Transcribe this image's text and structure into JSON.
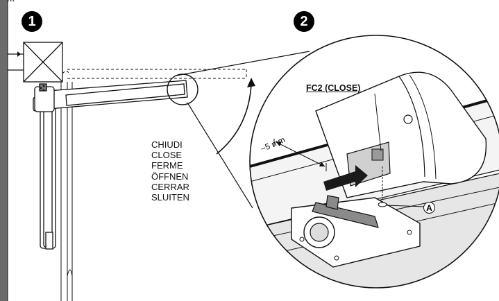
{
  "steps": {
    "one": "1",
    "two": "2"
  },
  "cut_text": "...",
  "labels": {
    "fc2": "FC2 (CLOSE)",
    "distance": "~5 mm",
    "marker_a": "A"
  },
  "close_words": [
    "CHIUDI",
    "CLOSE",
    "FERME",
    "ÖFFNEN",
    "CERRAR",
    "SLUITEN"
  ],
  "colors": {
    "line": "#111111",
    "wall": "#6b6b6b",
    "fill_grey": "#8a8a8a",
    "arrow_dark": "#1a1a1a"
  }
}
